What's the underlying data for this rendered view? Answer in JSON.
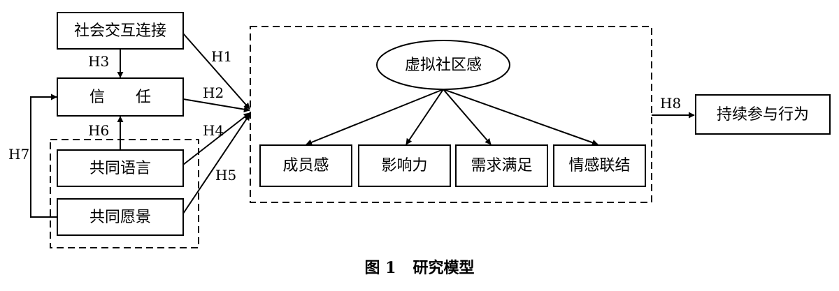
{
  "nodes": {
    "social_interaction": "社会交互连接",
    "trust": "信　　任",
    "shared_language": "共同语言",
    "shared_vision": "共同愿景",
    "virtual_community": "虚拟社区感",
    "membership": "成员感",
    "influence": "影响力",
    "needs_fulfillment": "需求满足",
    "emotional_connection": "情感联结",
    "continuance": "持续参与行为"
  },
  "hypotheses": {
    "h1": "H1",
    "h2": "H2",
    "h3": "H3",
    "h4": "H4",
    "h5": "H5",
    "h6": "H6",
    "h7": "H7",
    "h8": "H8"
  },
  "caption": {
    "figure": "图 1",
    "title": "研究模型"
  }
}
